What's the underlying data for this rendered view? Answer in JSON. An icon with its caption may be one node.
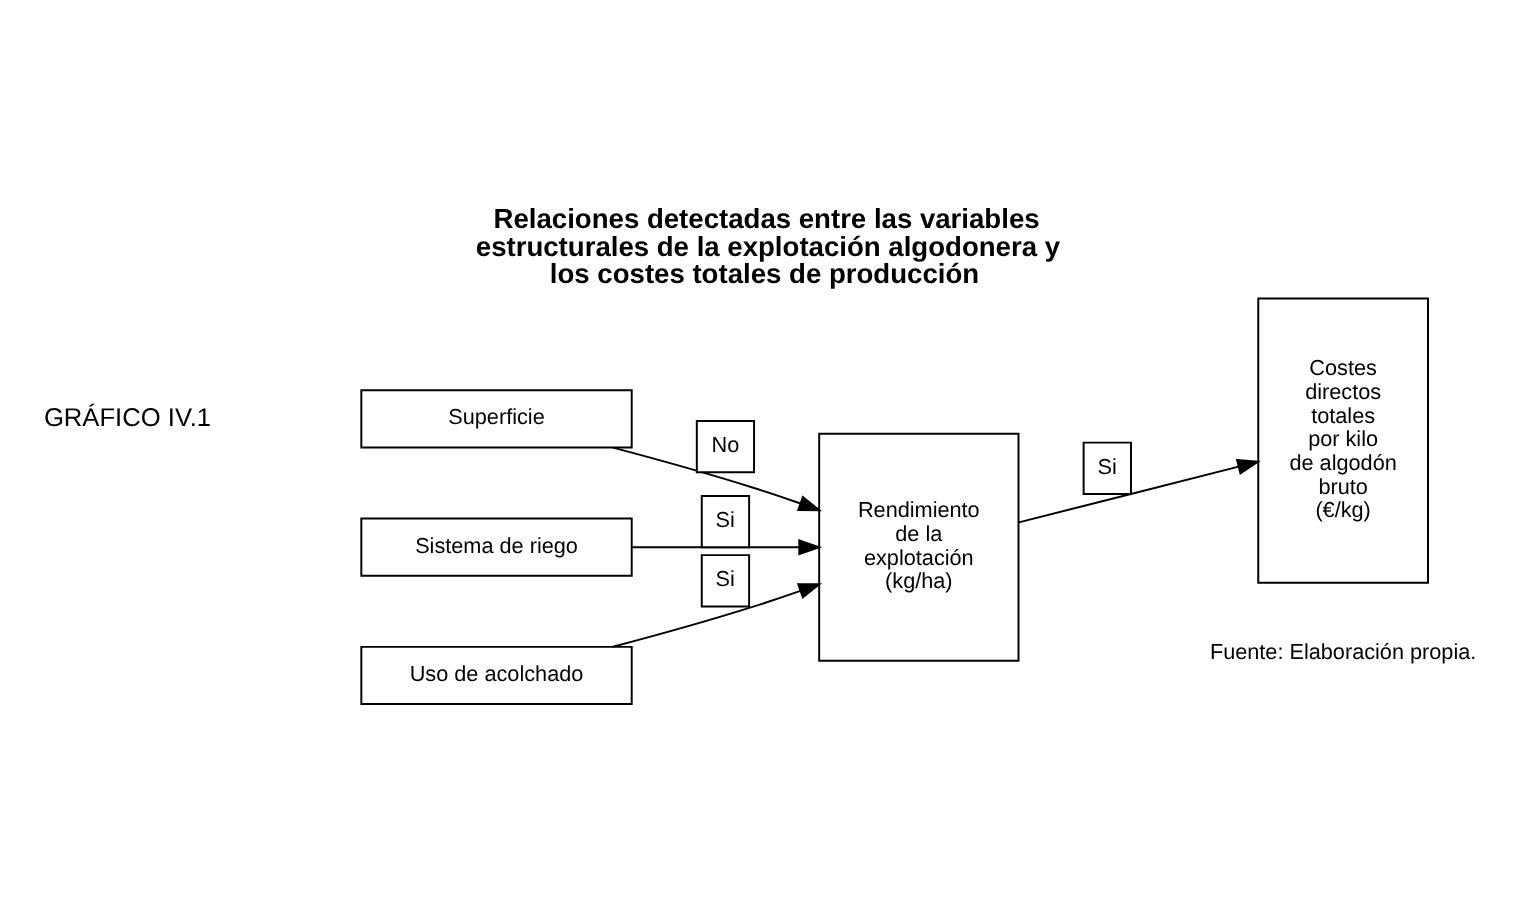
{
  "diagram": {
    "title": "Relaciones detectadas entre las variables estructurales de la explotación algodonera y los costes totales de producción",
    "nodes": [
      {
        "text": [
          "Superficie"
        ]
      },
      {
        "text": [
          "Sistema de riego"
        ]
      },
      {
        "text": [
          "Uso de acolchado"
        ]
      },
      {
        "text": [
          "Rendimiento de la explotación (kg/ha)"
        ]
      },
      {
        "text": [
          "Costes directos totales por kilo de algodón bruto (€/kg)"
        ]
      }
    ],
    "edges": [
      {
        "from": 0,
        "to": 3,
        "arrow": "to",
        "label": "No"
      },
      {
        "from": 1,
        "to": 3,
        "arrow": "to",
        "label": "Si"
      },
      {
        "from": 2,
        "to": 3,
        "arrow": "to",
        "label": "Si"
      },
      {
        "from": 3,
        "to": 4,
        "arrow": "to",
        "label": "Si"
      }
    ],
    "labels": [
      "GRÁFICO IV.1",
      "Fuente: Elaboración propia."
    ]
  }
}
